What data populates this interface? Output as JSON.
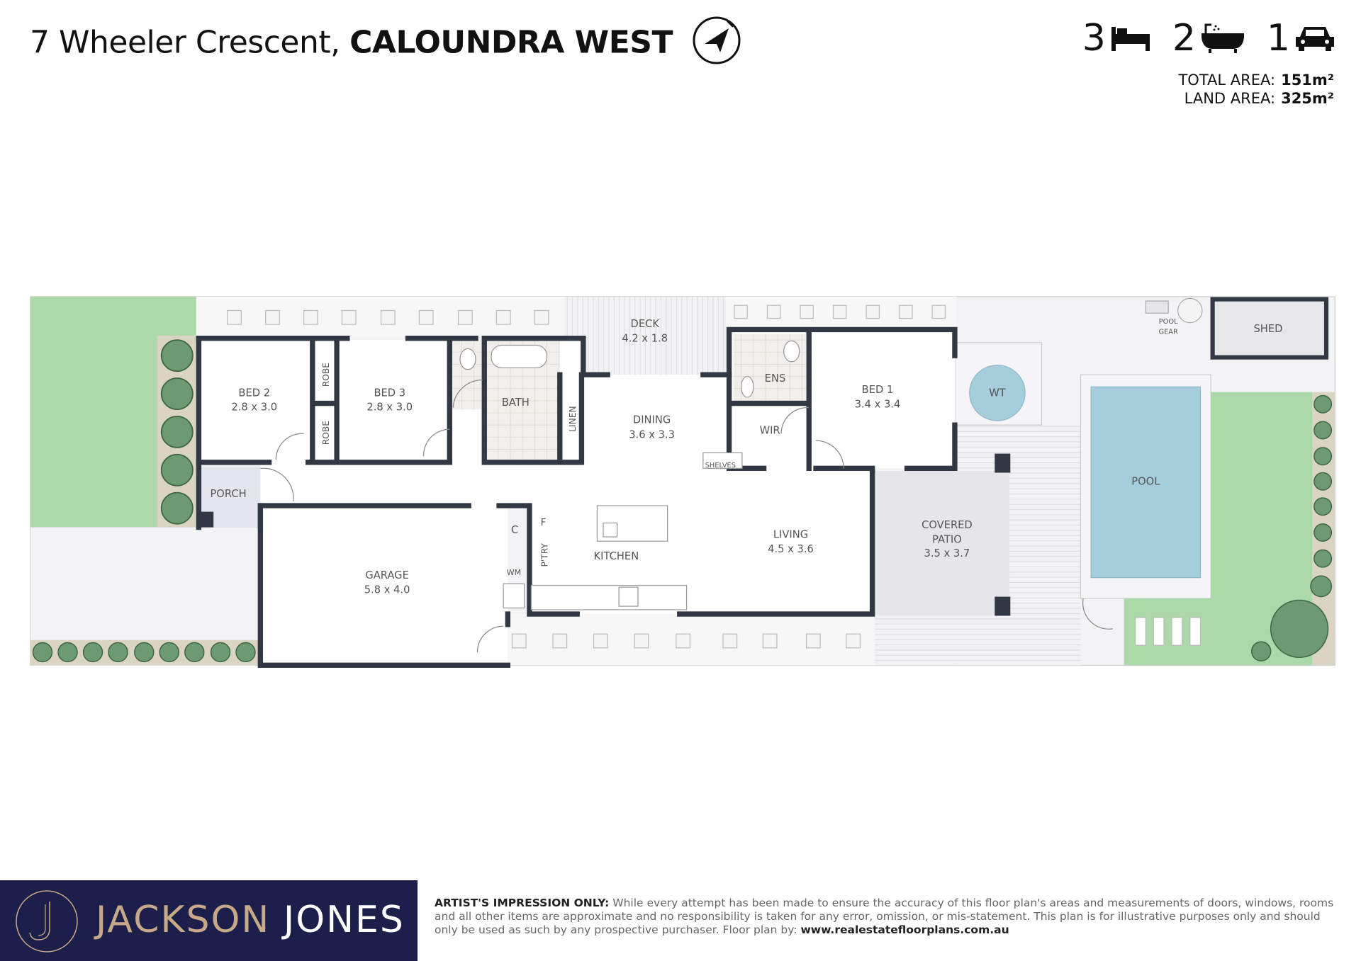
{
  "header": {
    "street": "7 Wheeler Crescent,",
    "suburb": "CALOUNDRA WEST",
    "compass_icon": "north-arrow-icon"
  },
  "stats": {
    "bedrooms": "3",
    "bathrooms": "2",
    "car_spaces": "1",
    "total_area_label": "TOTAL AREA:",
    "total_area_value": "151m²",
    "land_area_label": "LAND AREA:",
    "land_area_value": "325m²"
  },
  "rooms": {
    "bed2": {
      "name": "BED 2",
      "dims": "2.8 x 3.0"
    },
    "bed3": {
      "name": "BED 3",
      "dims": "2.8 x 3.0"
    },
    "robe1": {
      "name": "ROBE"
    },
    "robe2": {
      "name": "ROBE"
    },
    "bath": {
      "name": "BATH"
    },
    "linen": {
      "name": "LINEN"
    },
    "deck": {
      "name": "DECK",
      "dims": "4.2 x 1.8"
    },
    "dining": {
      "name": "DINING",
      "dims": "3.6 x 3.3"
    },
    "shelves": {
      "name": "SHELVES"
    },
    "ens": {
      "name": "ENS"
    },
    "wir": {
      "name": "WIR"
    },
    "bed1": {
      "name": "BED 1",
      "dims": "3.4 x 3.4"
    },
    "porch": {
      "name": "PORCH"
    },
    "garage": {
      "name": "GARAGE",
      "dims": "5.8 x 4.0"
    },
    "c": {
      "name": "C"
    },
    "f": {
      "name": "F"
    },
    "pantry": {
      "name": "P'TRY"
    },
    "wm": {
      "name": "WM"
    },
    "kitchen": {
      "name": "KITCHEN"
    },
    "living": {
      "name": "LIVING",
      "dims": "4.5 x 3.6"
    },
    "patio": {
      "name1": "COVERED",
      "name2": "PATIO",
      "dims": "3.5 x 3.7"
    },
    "wt": {
      "name": "WT"
    },
    "pool_gear": {
      "name1": "POOL",
      "name2": "GEAR"
    },
    "shed": {
      "name": "SHED"
    },
    "pool": {
      "name": "POOL"
    }
  },
  "footer": {
    "brand_first": "JACKSON",
    "brand_second": "JONES",
    "disclaimer_lead": "ARTIST'S IMPRESSION ONLY:",
    "disclaimer_body": " While every attempt has been made to ensure the accuracy of this floor plan's areas and measurements of doors, windows, rooms and all other items are approximate and no responsibility is taken for any error, omission, or mis-statement. This plan is for illustrative purposes only and should only be used as such by any prospective purchaser. Floor plan by: ",
    "website": "www.realestatefloorplans.com.au"
  },
  "colors": {
    "wall": "#313843",
    "lawn": "#acd8aa",
    "pool": "#a6cddc",
    "brand_navy": "#1c1f4a",
    "brand_gold": "#c7a98a"
  }
}
